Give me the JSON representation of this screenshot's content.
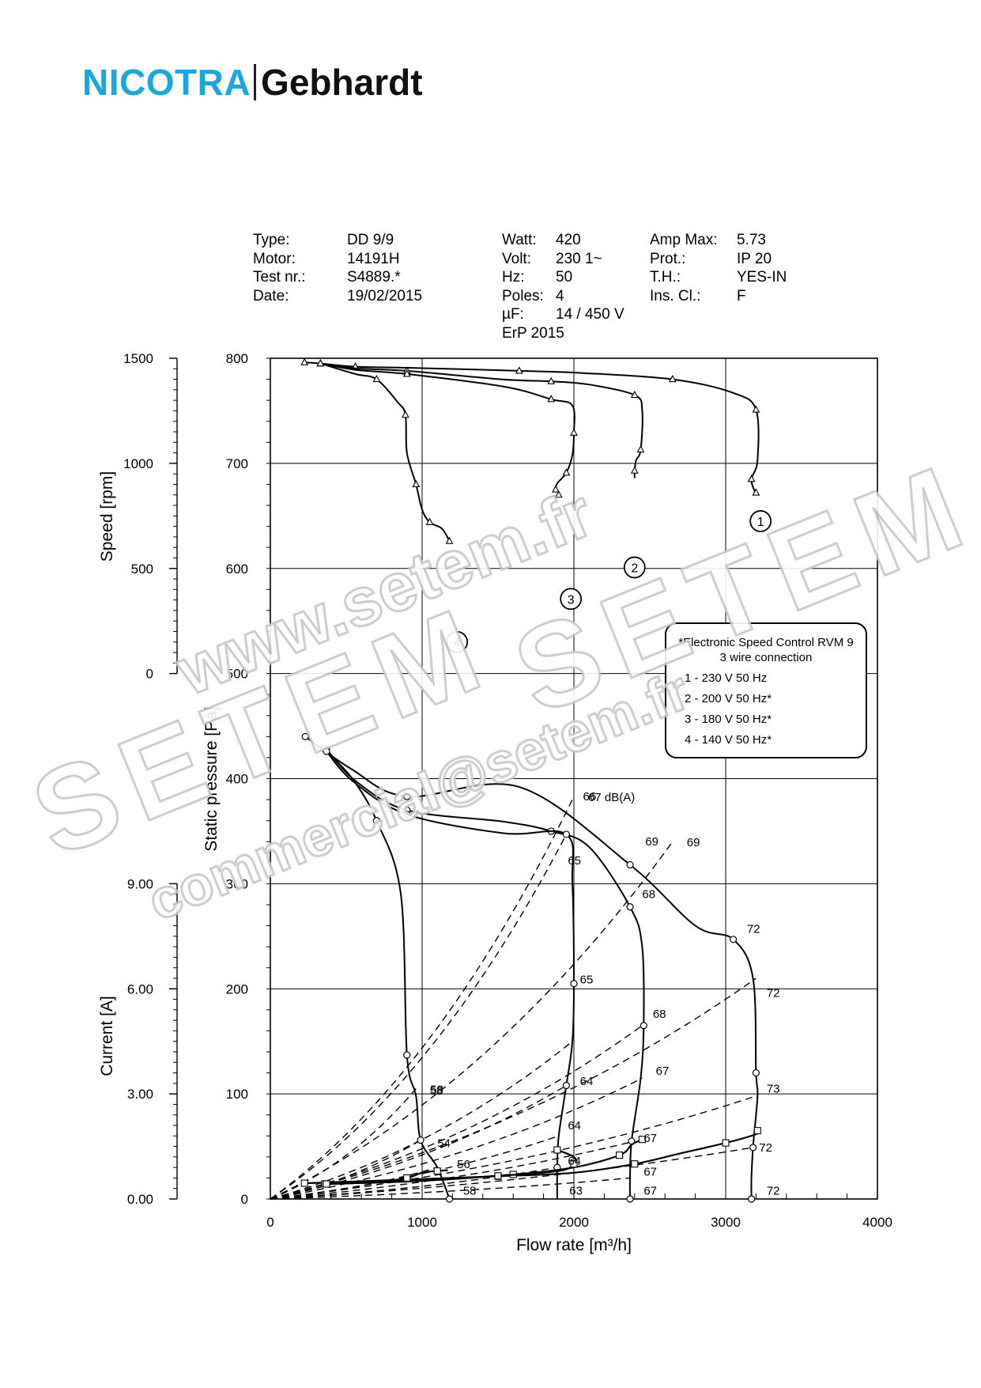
{
  "logo": {
    "brand1": "NICOTRA",
    "brand2": "Gebhardt"
  },
  "specs": {
    "col1_labels": [
      "Type:",
      "Motor:",
      "Test nr.:",
      "Date:"
    ],
    "col1_values": [
      "DD 9/9",
      "14191H",
      "S4889.*",
      "19/02/2015"
    ],
    "col2_labels": [
      "Watt:",
      "Volt:",
      "Hz:",
      "Poles:",
      "µF:"
    ],
    "col2_values": [
      "420",
      "230 1~",
      "50",
      "4",
      "14 / 450 V"
    ],
    "erp": "ErP 2015",
    "col3_labels": [
      "Amp Max:",
      "Prot.:",
      "T.H.:",
      "Ins. Cl.:"
    ],
    "col3_values": [
      "5.73",
      "IP 20",
      "YES-IN",
      "F"
    ]
  },
  "legend": {
    "title_line1": "*Electronic Speed Control RVM 9",
    "title_line2": "3 wire connection",
    "items": [
      "1 - 230 V 50 Hz",
      "2 - 200 V 50 Hz*",
      "3 - 180 V 50 Hz*",
      "4 - 140 V 50 Hz*"
    ]
  },
  "watermark": {
    "line1": "www.setem.fr",
    "line2": "SETEM",
    "line3": "SETEM",
    "line4": "commercial@setem.fr"
  },
  "chart_data": {
    "type": "line",
    "xlabel": "Flow rate [m³/h]",
    "x_ticks": [
      0,
      1000,
      2000,
      3000,
      4000
    ],
    "xlim": [
      0,
      4000
    ],
    "axes": {
      "pressure": {
        "label": "Static pressure [Pa]",
        "ticks": [
          0,
          100,
          200,
          300,
          400,
          500,
          600,
          700,
          800
        ],
        "range": [
          0,
          800
        ]
      },
      "speed": {
        "label": "Speed [rpm]",
        "ticks": [
          "0",
          "500",
          "1000",
          "1500"
        ],
        "range": [
          0,
          1500
        ]
      },
      "current": {
        "label": "Current [A]",
        "ticks": [
          "0.00",
          "3.00",
          "6.00",
          "9.00"
        ],
        "range": [
          0,
          9
        ]
      }
    },
    "pressure_curves": [
      {
        "curve": "1",
        "points": [
          [
            230,
            440
          ],
          [
            535,
            409
          ],
          [
            900,
            383
          ],
          [
            1640,
            392
          ],
          [
            2370,
            318
          ],
          [
            2800,
            260
          ],
          [
            3050,
            247
          ],
          [
            3180,
            210
          ],
          [
            3200,
            120
          ],
          [
            3210,
            98
          ],
          [
            3180,
            49
          ],
          [
            3170,
            20
          ],
          [
            3170,
            0
          ]
        ]
      },
      {
        "curve": "2",
        "points": [
          [
            370,
            428
          ],
          [
            560,
            398
          ],
          [
            900,
            370
          ],
          [
            1540,
            359
          ],
          [
            1850,
            350
          ],
          [
            2100,
            335
          ],
          [
            2370,
            278
          ],
          [
            2450,
            240
          ],
          [
            2460,
            165
          ],
          [
            2440,
            115
          ],
          [
            2380,
            55
          ],
          [
            2370,
            20
          ],
          [
            2370,
            0
          ]
        ]
      },
      {
        "curve": "3",
        "points": [
          [
            360,
            428
          ],
          [
            540,
            398
          ],
          [
            900,
            366
          ],
          [
            1540,
            348
          ],
          [
            1950,
            347
          ],
          [
            1990,
            300
          ],
          [
            2000,
            205
          ],
          [
            1990,
            150
          ],
          [
            1950,
            108
          ],
          [
            1900,
            60
          ],
          [
            1890,
            30
          ],
          [
            1890,
            0
          ]
        ]
      },
      {
        "curve": "4",
        "points": [
          [
            370,
            426
          ],
          [
            540,
            400
          ],
          [
            700,
            360
          ],
          [
            860,
            290
          ],
          [
            900,
            137
          ],
          [
            960,
            98
          ],
          [
            990,
            56
          ],
          [
            1100,
            30
          ],
          [
            1180,
            0
          ]
        ]
      }
    ],
    "speed_curves": [
      {
        "curve": "1",
        "points": [
          [
            225,
            1480
          ],
          [
            330,
            1475
          ],
          [
            560,
            1460
          ],
          [
            900,
            1455
          ],
          [
            1640,
            1440
          ],
          [
            2050,
            1430
          ],
          [
            2650,
            1400
          ],
          [
            3050,
            1335
          ],
          [
            3200,
            1255
          ],
          [
            3210,
            1015
          ],
          [
            3170,
            925
          ],
          [
            3190,
            870
          ],
          [
            3200,
            860
          ]
        ]
      },
      {
        "curve": "2",
        "points": [
          [
            330,
            1475
          ],
          [
            560,
            1452
          ],
          [
            900,
            1440
          ],
          [
            1520,
            1400
          ],
          [
            1850,
            1390
          ],
          [
            2100,
            1375
          ],
          [
            2400,
            1325
          ],
          [
            2450,
            1250
          ],
          [
            2440,
            1065
          ],
          [
            2410,
            1015
          ],
          [
            2400,
            965
          ],
          [
            2400,
            930
          ]
        ]
      },
      {
        "curve": "3",
        "points": [
          [
            330,
            1475
          ],
          [
            560,
            1445
          ],
          [
            900,
            1425
          ],
          [
            1540,
            1365
          ],
          [
            1850,
            1305
          ],
          [
            1990,
            1275
          ],
          [
            2000,
            1145
          ],
          [
            1990,
            1040
          ],
          [
            1950,
            955
          ],
          [
            1890,
            905
          ],
          [
            1880,
            875
          ],
          [
            1890,
            870
          ],
          [
            1900,
            850
          ]
        ]
      },
      {
        "curve": "4",
        "points": [
          [
            330,
            1475
          ],
          [
            560,
            1425
          ],
          [
            700,
            1400
          ],
          [
            840,
            1290
          ],
          [
            890,
            1230
          ],
          [
            900,
            1050
          ],
          [
            960,
            900
          ],
          [
            1000,
            780
          ],
          [
            1050,
            720
          ],
          [
            1130,
            690
          ],
          [
            1180,
            630
          ]
        ]
      }
    ],
    "current_curves": [
      {
        "curve": "1",
        "points": [
          [
            225,
            0.45
          ],
          [
            560,
            0.5
          ],
          [
            1500,
            0.65
          ],
          [
            2000,
            0.75
          ],
          [
            2400,
            1.0
          ],
          [
            2700,
            1.3
          ],
          [
            3000,
            1.6
          ],
          [
            3200,
            1.85
          ],
          [
            3210,
            1.95
          ]
        ]
      },
      {
        "curve": "2",
        "points": [
          [
            360,
            0.43
          ],
          [
            1000,
            0.52
          ],
          [
            1600,
            0.7
          ],
          [
            2000,
            0.9
          ],
          [
            2300,
            1.25
          ],
          [
            2380,
            1.55
          ],
          [
            2450,
            1.7
          ]
        ]
      },
      {
        "curve": "3",
        "points": [
          [
            360,
            0.43
          ],
          [
            900,
            0.5
          ],
          [
            1500,
            0.66
          ],
          [
            1900,
            0.8
          ],
          [
            2000,
            1.0
          ],
          [
            2000,
            1.2
          ],
          [
            1890,
            1.4
          ]
        ]
      },
      {
        "curve": "4",
        "points": [
          [
            370,
            0.43
          ],
          [
            700,
            0.48
          ],
          [
            900,
            0.6
          ],
          [
            1000,
            0.75
          ],
          [
            1100,
            0.8
          ],
          [
            1170,
            0.82
          ]
        ]
      }
    ],
    "iso_noise_lines": [
      {
        "points": [
          [
            0,
            0
          ],
          [
            960,
            105
          ]
        ],
        "label": "58"
      },
      {
        "points": [
          [
            0,
            0
          ],
          [
            2000,
            383
          ]
        ],
        "label": "67 dB(A)"
      },
      {
        "points": [
          [
            0,
            0
          ],
          [
            2650,
            340
          ]
        ],
        "label": "69"
      },
      {
        "points": [
          [
            0,
            0
          ],
          [
            3200,
            210
          ]
        ],
        "label": ""
      },
      {
        "points": [
          [
            0,
            0
          ],
          [
            3200,
            98
          ]
        ],
        "label": ""
      },
      {
        "points": [
          [
            0,
            0
          ],
          [
            3180,
            49
          ]
        ],
        "label": ""
      },
      {
        "points": [
          [
            0,
            0
          ],
          [
            2450,
            165
          ]
        ],
        "label": ""
      },
      {
        "points": [
          [
            0,
            0
          ],
          [
            2450,
            115
          ]
        ],
        "label": ""
      },
      {
        "points": [
          [
            0,
            0
          ],
          [
            2400,
            55
          ]
        ],
        "label": ""
      },
      {
        "points": [
          [
            0,
            0
          ],
          [
            2370,
            20
          ]
        ],
        "label": ""
      },
      {
        "points": [
          [
            0,
            0
          ],
          [
            1990,
            150
          ]
        ],
        "label": ""
      },
      {
        "points": [
          [
            0,
            0
          ],
          [
            1950,
            108
          ]
        ],
        "label": ""
      },
      {
        "points": [
          [
            0,
            0
          ],
          [
            1900,
            60
          ]
        ],
        "label": ""
      },
      {
        "points": [
          [
            0,
            0
          ],
          [
            1890,
            30
          ]
        ],
        "label": ""
      },
      {
        "points": [
          [
            0,
            0
          ],
          [
            1950,
            347
          ]
        ],
        "label": ""
      },
      {
        "points": [
          [
            0,
            0
          ],
          [
            1100,
            30
          ]
        ],
        "label": ""
      },
      {
        "points": [
          [
            0,
            0
          ],
          [
            990,
            56
          ]
        ],
        "label": ""
      }
    ],
    "noise_labels": [
      {
        "x": 2060,
        "y": 383,
        "text": "66"
      },
      {
        "x": 1960,
        "y": 322,
        "text": "65"
      },
      {
        "x": 2470,
        "y": 340,
        "text": "69"
      },
      {
        "x": 2450,
        "y": 290,
        "text": "68"
      },
      {
        "x": 3140,
        "y": 257,
        "text": "72"
      },
      {
        "x": 2040,
        "y": 209,
        "text": "65"
      },
      {
        "x": 2520,
        "y": 176,
        "text": "68"
      },
      {
        "x": 3270,
        "y": 196,
        "text": "72"
      },
      {
        "x": 1050,
        "y": 103,
        "text": "58"
      },
      {
        "x": 2040,
        "y": 112,
        "text": "64"
      },
      {
        "x": 2540,
        "y": 122,
        "text": "67"
      },
      {
        "x": 3270,
        "y": 105,
        "text": "73"
      },
      {
        "x": 1100,
        "y": 53,
        "text": "54"
      },
      {
        "x": 1960,
        "y": 70,
        "text": "64"
      },
      {
        "x": 2460,
        "y": 58,
        "text": "67"
      },
      {
        "x": 3220,
        "y": 49,
        "text": "72"
      },
      {
        "x": 1230,
        "y": 33,
        "text": "56"
      },
      {
        "x": 1960,
        "y": 36,
        "text": "64"
      },
      {
        "x": 2460,
        "y": 26,
        "text": "67"
      },
      {
        "x": 1270,
        "y": 8,
        "text": "58"
      },
      {
        "x": 1970,
        "y": 8,
        "text": "63"
      },
      {
        "x": 2460,
        "y": 8,
        "text": "67"
      },
      {
        "x": 3270,
        "y": 8,
        "text": "72"
      }
    ],
    "curve_markers": [
      {
        "label": "1",
        "x": 3230,
        "y": 645
      },
      {
        "label": "2",
        "x": 2400,
        "y": 601
      },
      {
        "label": "3",
        "x": 1980,
        "y": 571
      },
      {
        "label": "4",
        "x": 1230,
        "y": 530
      }
    ],
    "grid": true,
    "legend_position": "right"
  }
}
